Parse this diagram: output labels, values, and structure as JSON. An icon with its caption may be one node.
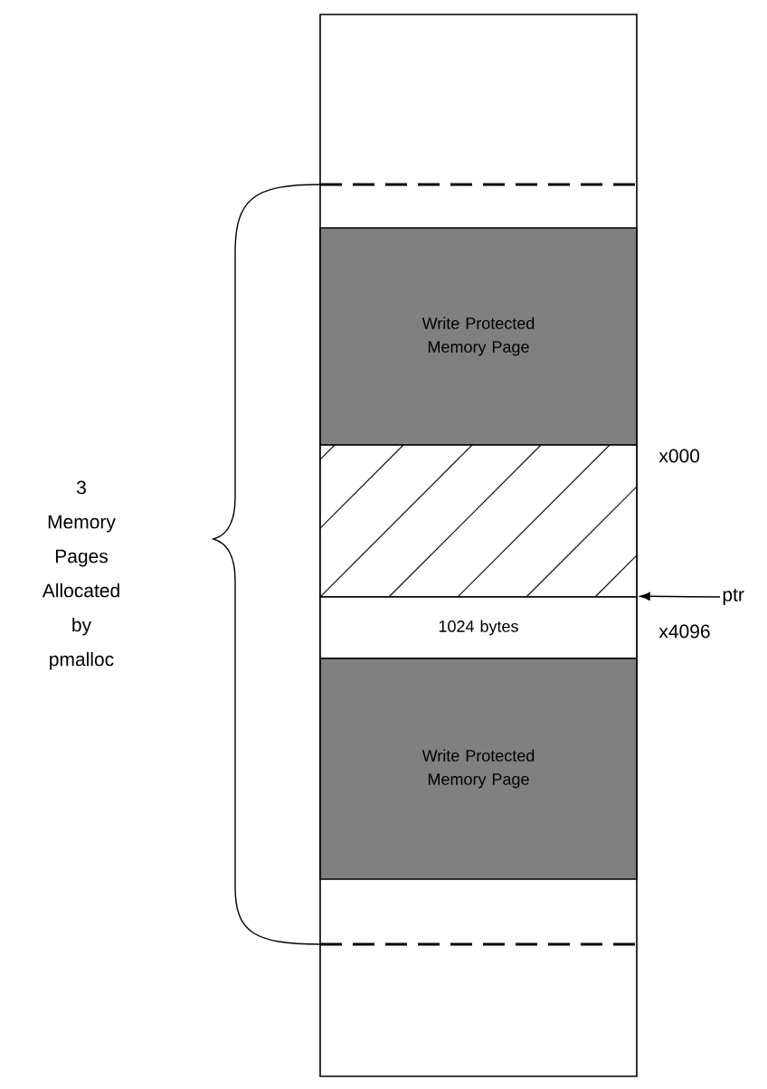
{
  "diagram": {
    "nodes": [
      {
        "text": [
          "Write Protected Memory Page"
        ]
      },
      {
        "text": [],
        "shape": "box"
      },
      {
        "text": [
          "1024 bytes"
        ]
      },
      {
        "text": [
          "Write Protected Memory Page"
        ]
      },
      {
        "text": [
          "ptr"
        ]
      }
    ],
    "edges": [
      {
        "from": 4,
        "to": 2,
        "arrow": "to"
      }
    ],
    "labels": [
      "x000",
      "x4096",
      "3 Memory Pages Allocated by pmalloc"
    ]
  }
}
